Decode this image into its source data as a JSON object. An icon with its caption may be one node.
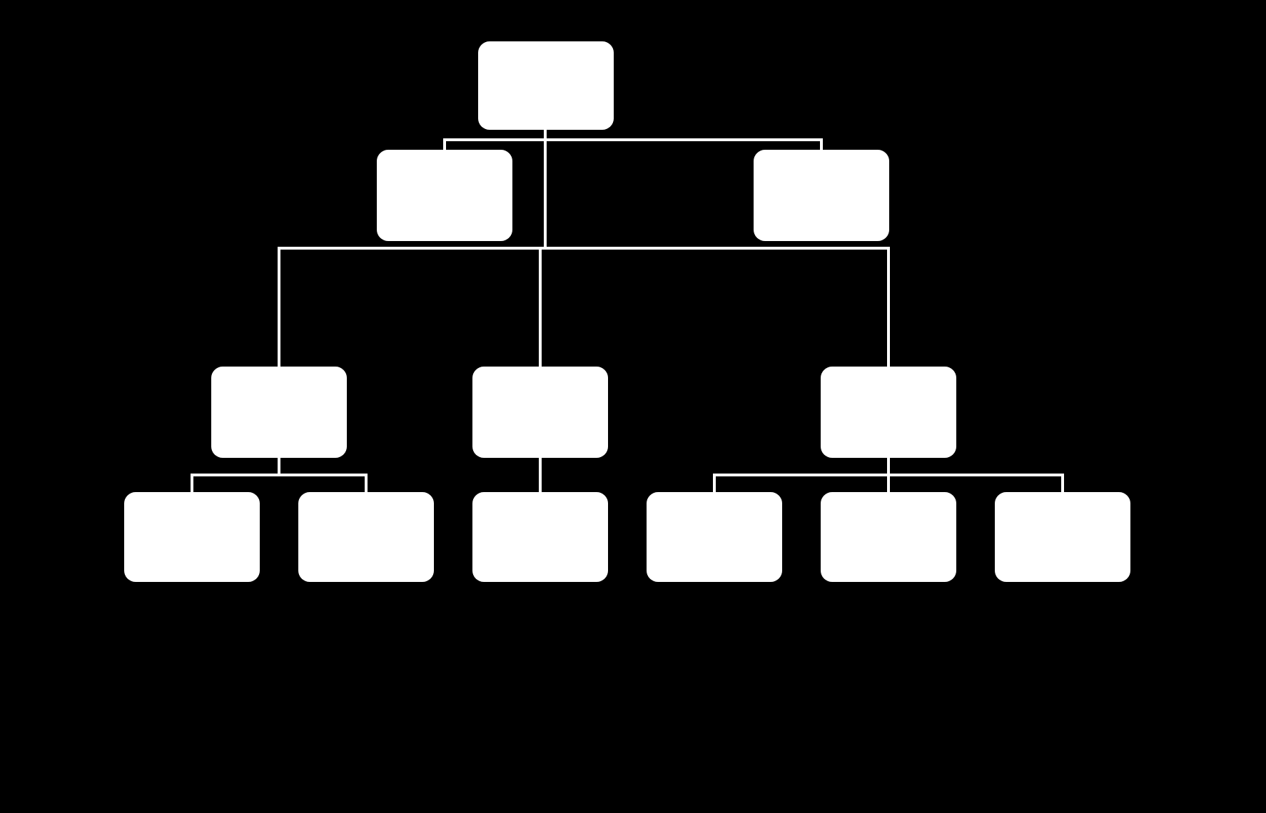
{
  "diagram": {
    "nodes": [
      {
        "text": [],
        "shape": "box"
      },
      {
        "text": [],
        "shape": "box"
      },
      {
        "text": [],
        "shape": "box"
      },
      {
        "text": [],
        "shape": "box"
      },
      {
        "text": [],
        "shape": "box"
      },
      {
        "text": [],
        "shape": "box"
      },
      {
        "text": [],
        "shape": "box"
      },
      {
        "text": [],
        "shape": "box"
      },
      {
        "text": [],
        "shape": "box"
      },
      {
        "text": [],
        "shape": "box"
      },
      {
        "text": [],
        "shape": "box"
      },
      {
        "text": [],
        "shape": "box"
      }
    ],
    "edges": [
      {
        "from": 0,
        "to": 1,
        "arrow": "none"
      },
      {
        "from": 0,
        "to": 2,
        "arrow": "none"
      },
      {
        "from": 0,
        "to": 3,
        "arrow": "none"
      },
      {
        "from": 0,
        "to": 4,
        "arrow": "none"
      },
      {
        "from": 0,
        "to": 5,
        "arrow": "none"
      },
      {
        "from": 3,
        "to": 6,
        "arrow": "none"
      },
      {
        "from": 3,
        "to": 7,
        "arrow": "none"
      },
      {
        "from": 4,
        "to": 8,
        "arrow": "none"
      },
      {
        "from": 5,
        "to": 9,
        "arrow": "none"
      },
      {
        "from": 5,
        "to": 10,
        "arrow": "none"
      },
      {
        "from": 5,
        "to": 11,
        "arrow": "none"
      }
    ]
  }
}
